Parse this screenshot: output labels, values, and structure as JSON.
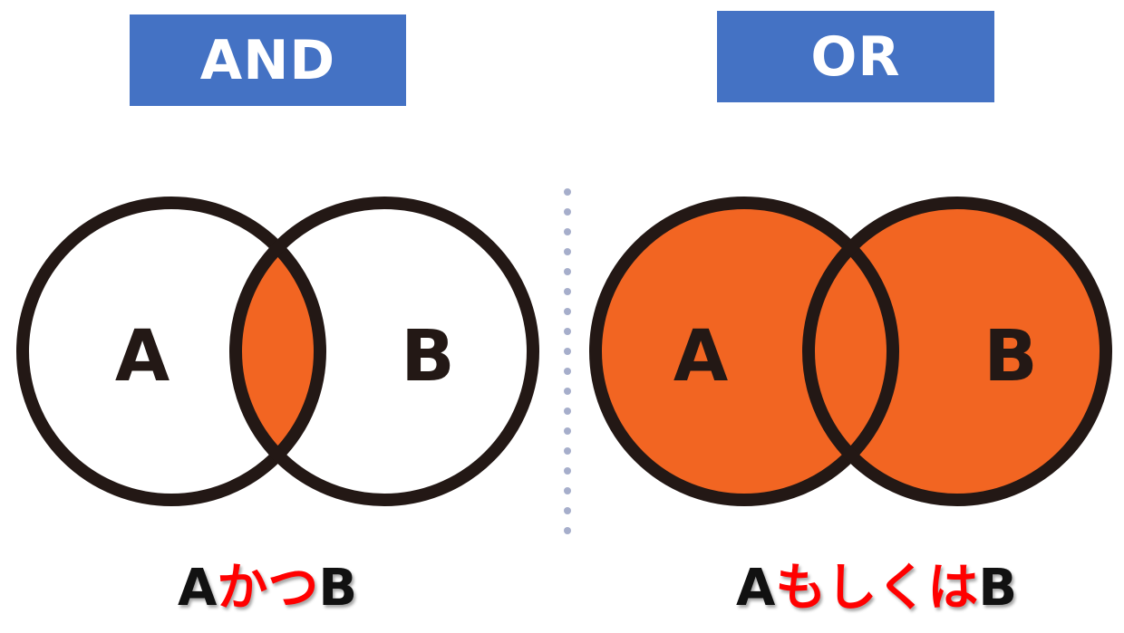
{
  "colors": {
    "header_bg": "#4472C4",
    "header_text": "#FFFFFF",
    "fill": "#F26522",
    "outline": "#231815",
    "caption_dark": "#111111",
    "caption_red": "#FF0000",
    "divider": "#A6AECB"
  },
  "and_panel": {
    "header": "AND",
    "set_a_label": "A",
    "set_b_label": "B",
    "caption_a": "A",
    "caption_connector": "かつ",
    "caption_b": "B"
  },
  "or_panel": {
    "header": "OR",
    "set_a_label": "A",
    "set_b_label": "B",
    "caption_a": "A",
    "caption_connector": "もしくは",
    "caption_b": "B"
  }
}
